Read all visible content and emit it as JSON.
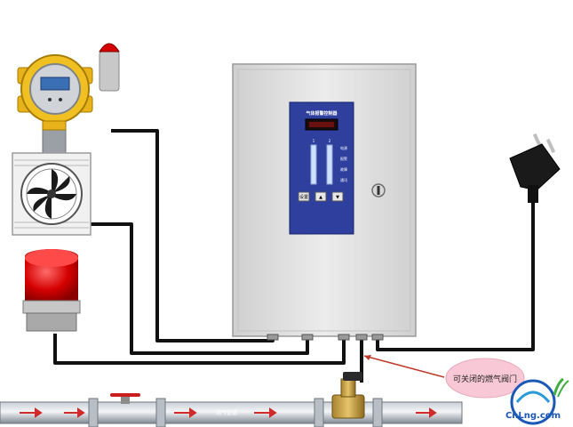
{
  "controller": {
    "panel_title": "气体报警控制器",
    "buttons": [
      "设置",
      "▲",
      "▼"
    ],
    "bar_labels": [
      "1",
      "2"
    ],
    "side_labels": [
      "电源",
      "报警",
      "故障",
      "通讯"
    ]
  },
  "pipeline": {
    "label": "燃气管道"
  },
  "valve_callout": {
    "text": "可关闭的燃气阀门"
  },
  "logo": {
    "text": "CnLng.com"
  },
  "colors": {
    "cabinet": "#e2e2e2",
    "panel": "#2f3f9e",
    "pipe": "#9aa3ad",
    "pipe_arrow": "#d12a2a",
    "alarm_light": "#d40000",
    "bubble": "#f8c8d6"
  }
}
